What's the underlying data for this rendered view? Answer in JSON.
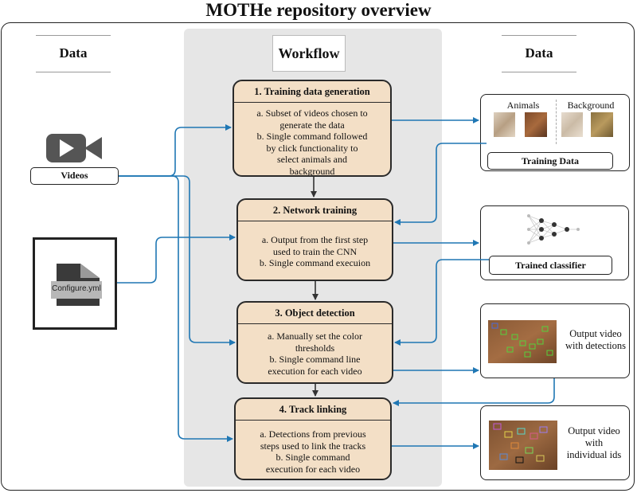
{
  "title": "MOTHe repository overview",
  "columns": {
    "left": "Data",
    "center": "Workflow",
    "right": "Data"
  },
  "inputs": {
    "videos_label": "Videos",
    "config_label": "Configure.yml"
  },
  "steps": [
    {
      "title": "1. Training data generation",
      "lines": [
        "a. Subset of videos chosen to",
        "generate the data",
        "b. Single command followed",
        "by click functionality to",
        "select animals and",
        "background"
      ]
    },
    {
      "title": "2. Network training",
      "lines": [
        "a. Output from the first step",
        "used to train the CNN",
        "b. Single command execuion"
      ]
    },
    {
      "title": "3. Object detection",
      "lines": [
        "a. Manually set the color",
        "thresholds",
        "b. Single command line",
        "execution for each video"
      ]
    },
    {
      "title": "4. Track linking",
      "lines": [
        "a. Detections from previous",
        "steps used to link the tracks",
        "b. Single command",
        "execution for each video"
      ]
    }
  ],
  "outputs": {
    "training": {
      "animals": "Animals",
      "background": "Background",
      "label": "Training Data"
    },
    "classifier": {
      "label": "Trained classifier"
    },
    "detections": {
      "lines": [
        "Output video",
        "with detections"
      ]
    },
    "tracks": {
      "lines": [
        "Output video",
        "with",
        "individual ids"
      ]
    }
  },
  "colors": {
    "arrow": "#1f77b4",
    "step_fill": "#f3dfc6",
    "panel": "#e6e6e6",
    "icon": "#555555"
  }
}
